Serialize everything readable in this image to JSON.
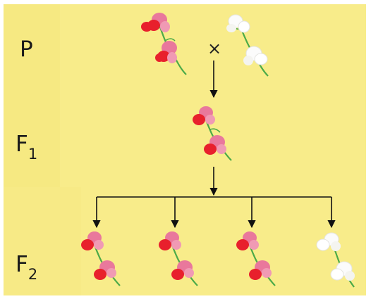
{
  "generations": {
    "p": {
      "letter": "P",
      "sub": ""
    },
    "f1": {
      "letter": "F",
      "sub": "1"
    },
    "f2": {
      "letter": "F",
      "sub": "2"
    }
  },
  "cross_symbol": "×",
  "colors": {
    "background": "#f8ec8a",
    "panel_left": "#f5e888",
    "red_flower": "#e8202c",
    "pink_flower": "#e9789c",
    "white_flower": "#fbfbfb",
    "stem": "#4caa48",
    "arrow": "#111111"
  },
  "flowers": {
    "parent_1": "red-pink-flower-icon",
    "parent_2": "white-flower-icon",
    "f1_offspring": "red-pink-flower-icon",
    "f2_offspring": [
      "red-pink-flower-icon",
      "red-pink-flower-icon",
      "red-pink-flower-icon",
      "white-flower-icon"
    ]
  }
}
